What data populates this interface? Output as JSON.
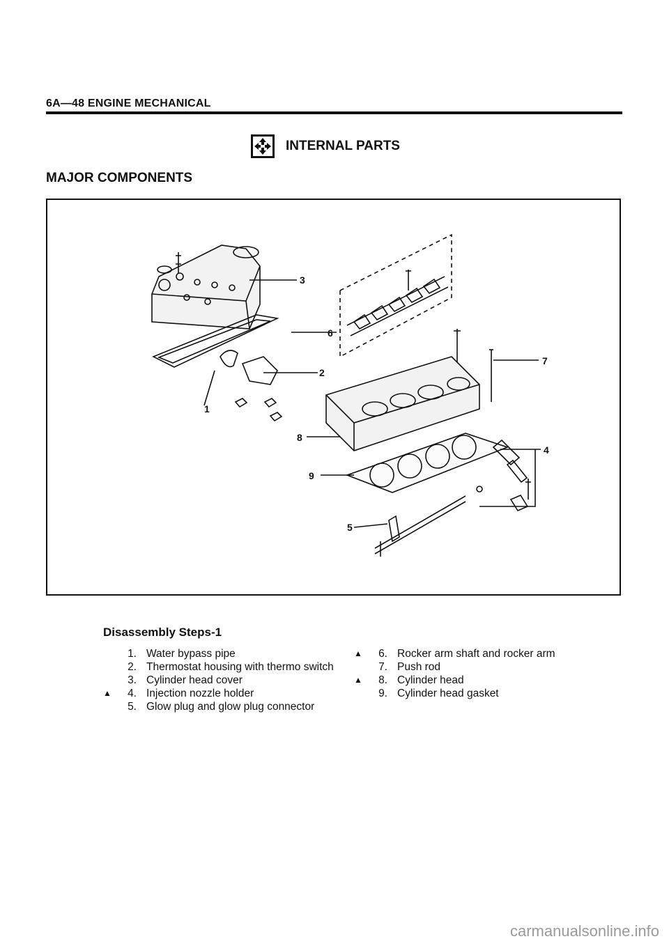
{
  "header": {
    "title": "6A—48 ENGINE MECHANICAL"
  },
  "section": {
    "title": "INTERNAL PARTS",
    "icon": "disassembly-arrows-icon"
  },
  "subtitle": "MAJOR COMPONENTS",
  "figure": {
    "callouts": [
      "1",
      "2",
      "3",
      "4",
      "5",
      "6",
      "7",
      "8",
      "9"
    ]
  },
  "steps": {
    "title": "Disassembly Steps-1",
    "left": [
      {
        "mark": "",
        "num": "1.",
        "text": "Water bypass pipe"
      },
      {
        "mark": "",
        "num": "2.",
        "text": "Thermostat housing with thermo switch"
      },
      {
        "mark": "",
        "num": "3.",
        "text": "Cylinder head cover"
      },
      {
        "mark": "▲",
        "num": "4.",
        "text": "Injection nozzle holder"
      },
      {
        "mark": "",
        "num": "5.",
        "text": "Glow plug and glow plug connector"
      }
    ],
    "right": [
      {
        "mark": "▲",
        "num": "6.",
        "text": "Rocker arm shaft and rocker arm"
      },
      {
        "mark": "",
        "num": "7.",
        "text": "Push rod"
      },
      {
        "mark": "▲",
        "num": "8.",
        "text": "Cylinder head"
      },
      {
        "mark": "",
        "num": "9.",
        "text": "Cylinder head gasket"
      }
    ]
  },
  "watermark": "carmanualsonline.info"
}
